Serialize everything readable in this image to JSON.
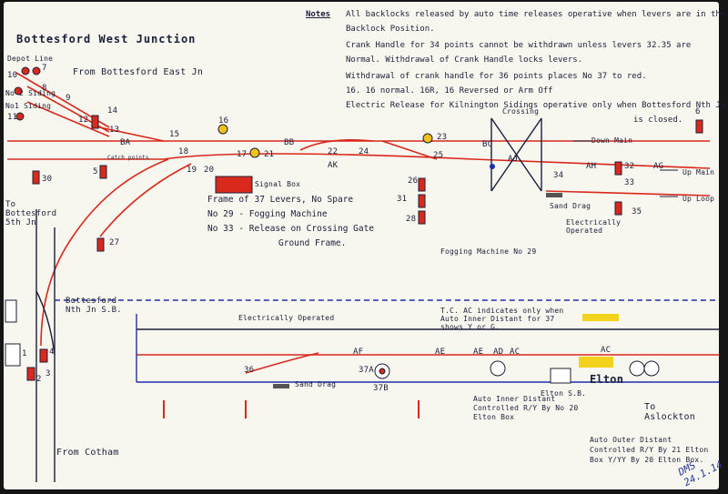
{
  "title": "Bottesford West Junction",
  "notes": {
    "heading": "Notes",
    "lines": [
      "All backlocks released by auto time releases operative when levers are in the",
      "Backlock Position.",
      "Crank Handle for 34 points cannot be withdrawn unless levers 32.35 are",
      "Normal. Withdrawal of Crank Handle locks levers.",
      "Withdrawal of crank handle for 36 points places No 37 to red.",
      "16. 16 normal. 16R, 16 Reversed or Arm Off",
      "Electric Release for Kilnington Sidings operative only when Bottesford Nth Jn",
      "is closed."
    ]
  },
  "frame_info": {
    "line1": "Frame of 37 Levers, No Spare",
    "line2": "No 29 - Fogging Machine",
    "line3": "No 33 - Release on Crossing Gate",
    "line4": "Ground Frame."
  },
  "places": {
    "from_bottesford_east": "From Bottesford East Jn",
    "to_bottesford_south": "To Bottesford 5th Jn",
    "bottesford_north_sb": "Bottesford Nth Jn S.B.",
    "from_cotham": "From Cotham",
    "to_aslockton": "To Aslockton",
    "elton": "Elton",
    "elton_sb": "Elton S.B.",
    "signal_box": "Signal Box",
    "crossing": "Crossing",
    "fogging_machine": "Fogging Machine No 29",
    "electrically_operated": "Electrically Operated",
    "electrically_operated_2": "Electrically Operated",
    "sand_drag_1": "Sand Drag",
    "sand_drag_2": "Sand Drag",
    "depot_line": "Depot Line",
    "no2_siding": "No 2 Siding",
    "no1_siding": "No1 Siding",
    "down_main": "Down Main",
    "up_main": "Up Main",
    "up_loop": "Up Loop",
    "catch_points": "Catch points"
  },
  "annotations": {
    "ac_note": "T.C. AC indicates only when Auto Inner Distant for 37 shows Y or G.",
    "auto_inner": "Auto Inner Distant Controlled R/Y By No 20 Elton Box",
    "auto_outer": "Auto Outer Distant Controlled R/Y By 21 Elton Box Y/YY By 20 Elton Box."
  },
  "track_circuits": [
    "BA",
    "BB",
    "AK",
    "BC",
    "AJ",
    "AH",
    "AG",
    "AF",
    "AE",
    "AE",
    "AD",
    "AC",
    "AC"
  ],
  "levers": [
    "1",
    "2",
    "3",
    "4",
    "5",
    "6",
    "7",
    "8",
    "9",
    "10",
    "11",
    "12",
    "13",
    "14",
    "15",
    "16",
    "17",
    "18",
    "19",
    "20",
    "21",
    "22",
    "23",
    "24",
    "25",
    "26",
    "27",
    "28",
    "30",
    "31",
    "32",
    "33",
    "34",
    "35",
    "36",
    "37A",
    "37B"
  ],
  "signature": "DMS 24.1.14",
  "colors": {
    "red_track": "#d8291c",
    "ink": "#1b1f3a",
    "blue_line": "#1f2fa8",
    "yellow_tc": "#f2d21a",
    "signal_box": "#d8291c"
  }
}
